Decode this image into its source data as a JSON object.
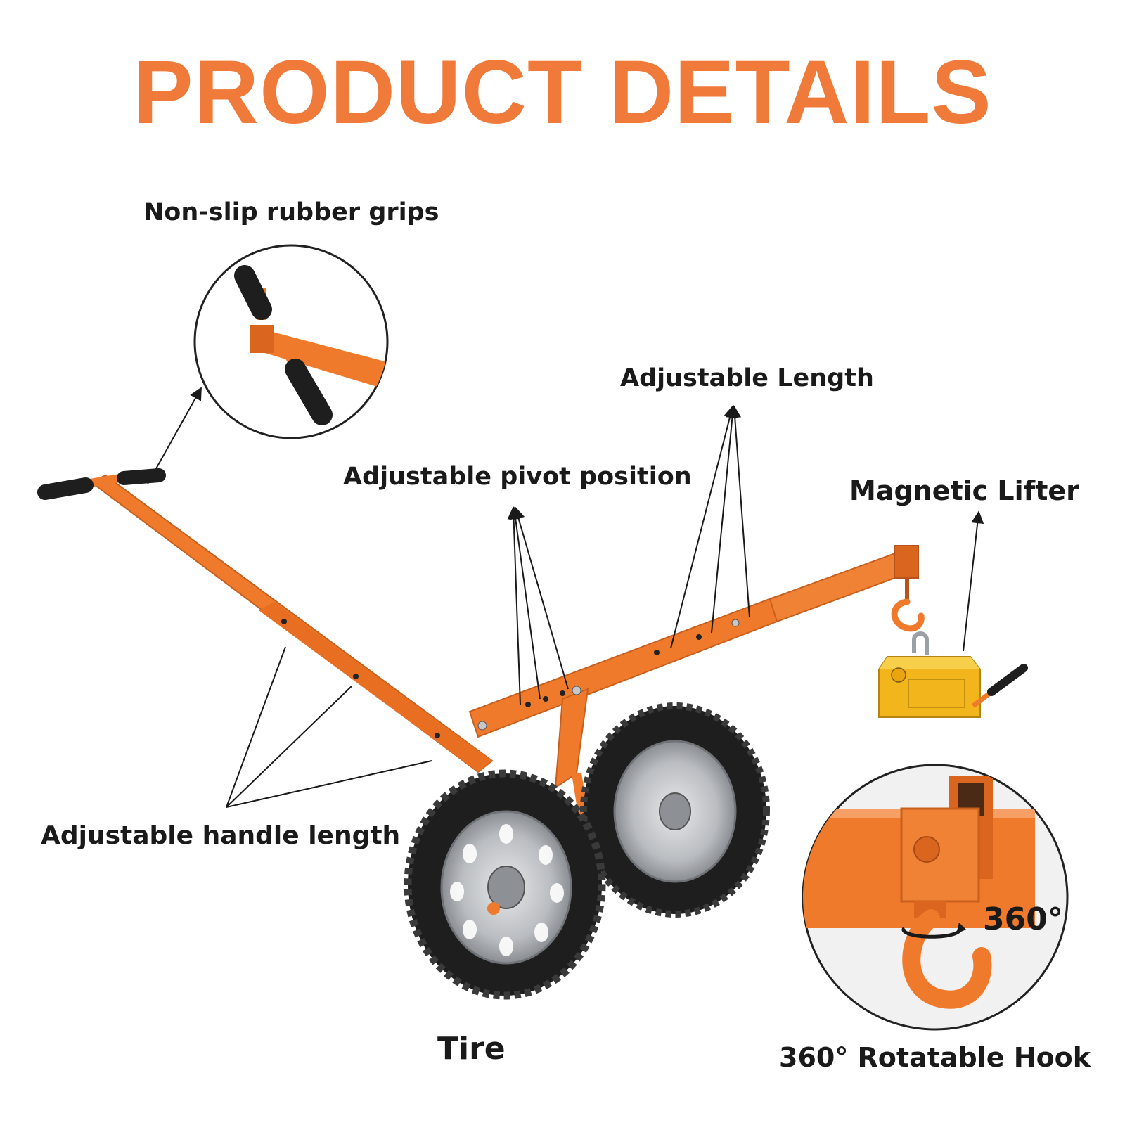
{
  "title": "PRODUCT DETAILS",
  "labels": {
    "grips": "Non-slip rubber grips",
    "length": "Adjustable Length",
    "pivot": "Adjustable pivot position",
    "magnet": "Magnetic Lifter",
    "handle": "Adjustable handle length",
    "tire": "Tire",
    "hook_degrees": "360°",
    "hook": "360° Rotatable Hook"
  },
  "colors": {
    "accent": "#f07a3a",
    "frame": "#ef7a2c",
    "tire": "#1e1e1e",
    "rim": "#b9bcc0",
    "magnet": "#f2b51c",
    "text": "#1a1a1a"
  },
  "icons": [
    "rubber-grip-icon",
    "wheel-icon",
    "hook-icon",
    "magnet-icon",
    "rotate-arrow-icon"
  ]
}
